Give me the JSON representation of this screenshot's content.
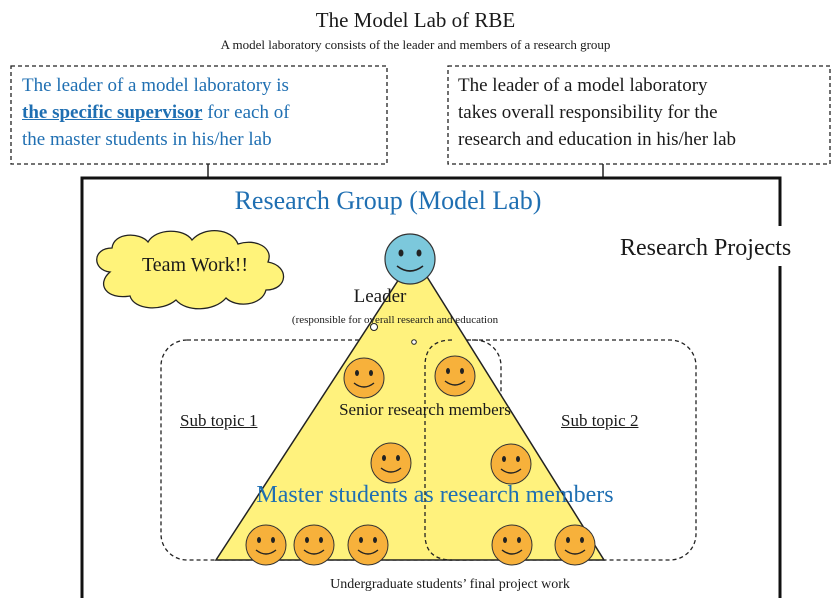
{
  "title": "The Model Lab of RBE",
  "subtitle": "A model laboratory consists of the leader and members of a research group",
  "left_note": {
    "line1": "The leader of a model laboratory is",
    "emphasis": "the specific supervisor",
    "line2_rest": " for each of",
    "line3": "the master students in his/her lab"
  },
  "right_note": {
    "line1": "The leader of a model laboratory",
    "line2": "takes overall responsibility for the",
    "line3": "research and education in his/her lab"
  },
  "group_title": "Research Group (Model Lab)",
  "research_projects": "Research Projects",
  "team_work": "Team Work!!",
  "leader": {
    "label": "Leader",
    "note": "(responsible for overall research and education"
  },
  "sub_topic_1": "Sub topic 1",
  "sub_topic_2": "Sub topic 2",
  "senior_members": "Senior research members",
  "master_students": "Master students as research members",
  "undergraduate": "Undergraduate students’ final project work",
  "colors": {
    "accent_blue": "#1f6fb2",
    "cloud_yellow": "#fff37a",
    "pyramid_yellow": "#fff27d",
    "member_face": "#f7b13b",
    "leader_face": "#7cc8dc"
  }
}
